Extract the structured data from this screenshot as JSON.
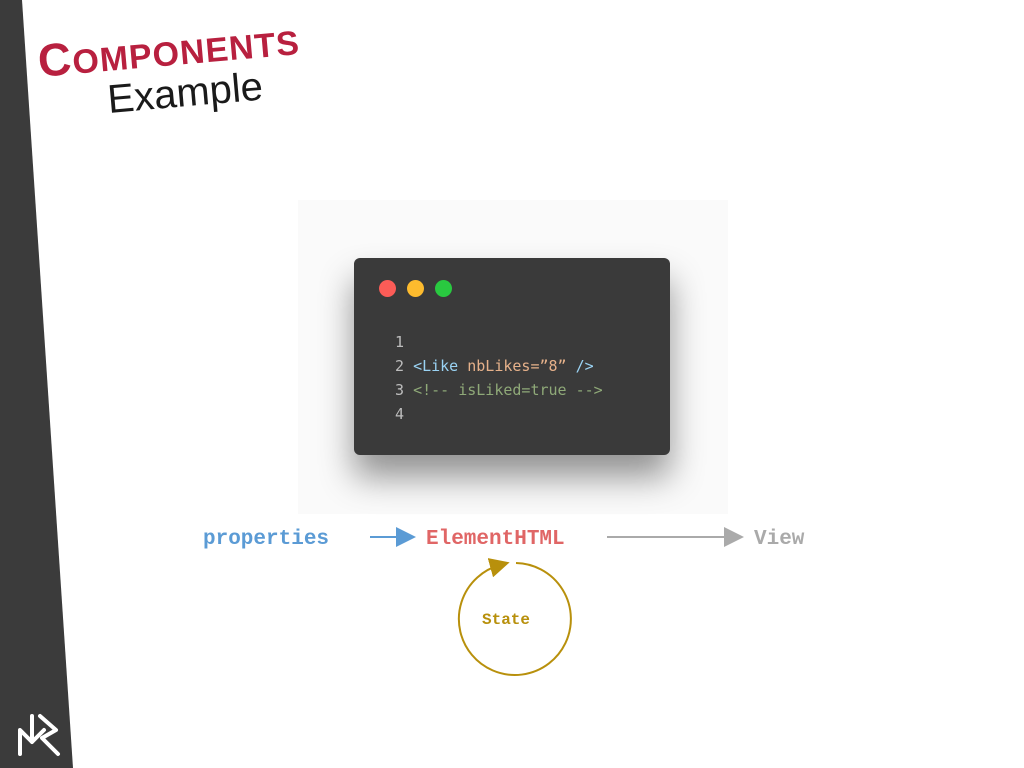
{
  "slide": {
    "title_initial": "C",
    "title_rest": "OMPONENTS",
    "subtitle": "Example"
  },
  "code_window": {
    "lines": [
      {
        "number": "1",
        "tokens": []
      },
      {
        "number": "2",
        "tokens": [
          {
            "text": "<Like ",
            "type": "tag"
          },
          {
            "text": "nbLikes=",
            "type": "attr"
          },
          {
            "text": "”8”",
            "type": "val"
          },
          {
            "text": " />",
            "type": "tag"
          }
        ]
      },
      {
        "number": "3",
        "tokens": [
          {
            "text": "<!-- isLiked=true -->",
            "type": "comment"
          }
        ]
      },
      {
        "number": "4",
        "tokens": []
      }
    ]
  },
  "flow": {
    "properties": "properties",
    "element": "ElementHTML",
    "view": "View",
    "state": "State"
  },
  "colors": {
    "accent": "#b8203f",
    "sidebar": "#3a3a3a",
    "properties": "#5b9bd5",
    "element": "#e06666",
    "view": "#aaaaaa",
    "state": "#b8900c"
  }
}
